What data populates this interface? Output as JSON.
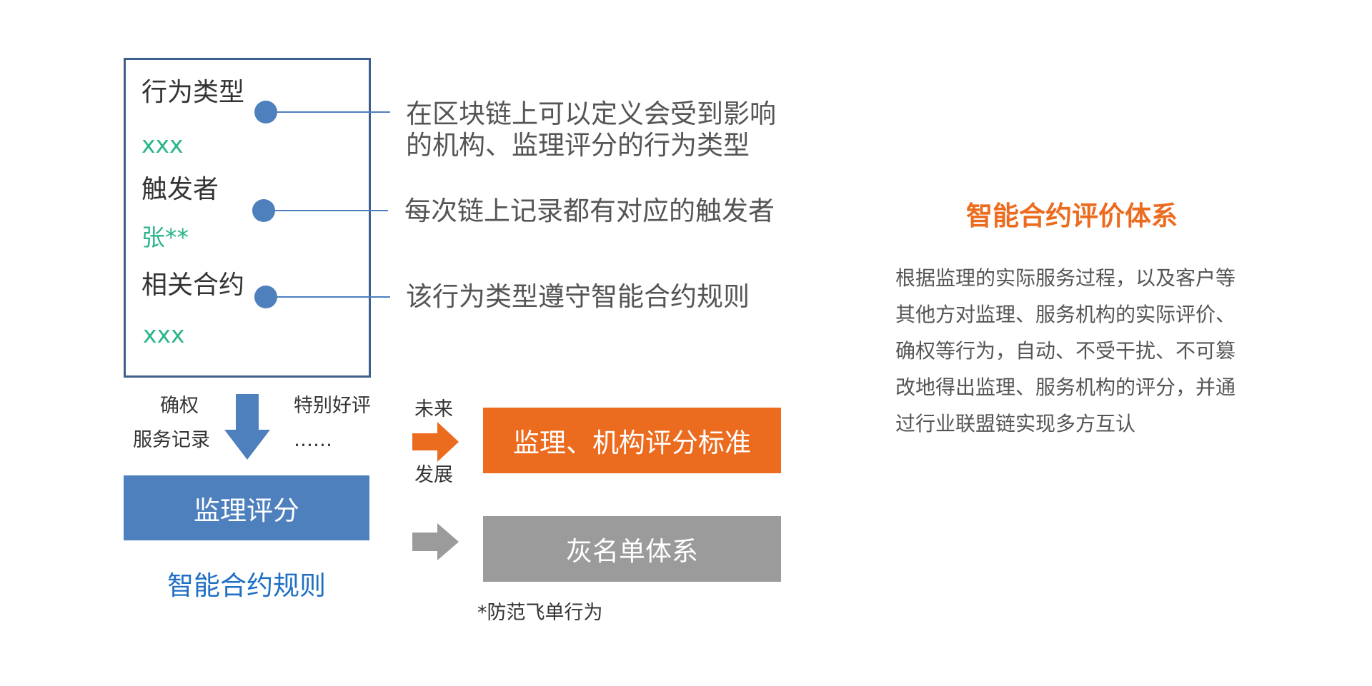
{
  "record": {
    "fields": [
      {
        "label": "行为类型",
        "value": "xxx",
        "description": [
          "在区块链上可以定义会受到影响",
          "的机构、监理评分的行为类型"
        ]
      },
      {
        "label": "触发者",
        "value": "张**",
        "description": [
          "每次链上记录都有对应的触发者"
        ]
      },
      {
        "label": "相关合约",
        "value": "xxx",
        "description": [
          "该行为类型遵守智能合约规则"
        ]
      }
    ]
  },
  "flow": {
    "inputs_left": [
      "确权",
      "服务记录"
    ],
    "inputs_right": [
      "特别好评",
      "……"
    ],
    "score_box": "监理评分",
    "rule_caption": "智能合约规则",
    "future_top": "未来",
    "future_bottom": "发展",
    "standard_box": "监理、机构评分标准",
    "gray_box": "灰名单体系",
    "gray_note": "*防范飞单行为"
  },
  "summary": {
    "title": "智能合约评价体系",
    "lines": [
      "根据监理的实际服务过程，以及客户等",
      "其他方对监理、服务机构的实际评价、",
      "确权等行为，自动、不受干扰、不可篡",
      "改地得出监理、服务机构的评分，并通",
      "过行业联盟链实现多方互认"
    ]
  },
  "colors": {
    "box_border": "#3e5f8a",
    "connector": "#4d7fc0",
    "value_green": "#2ab58c",
    "score_blue": "#4e80bd",
    "rule_blue": "#1f6fc4",
    "orange": "#ec6c1f",
    "gray": "#9b9b9b"
  }
}
